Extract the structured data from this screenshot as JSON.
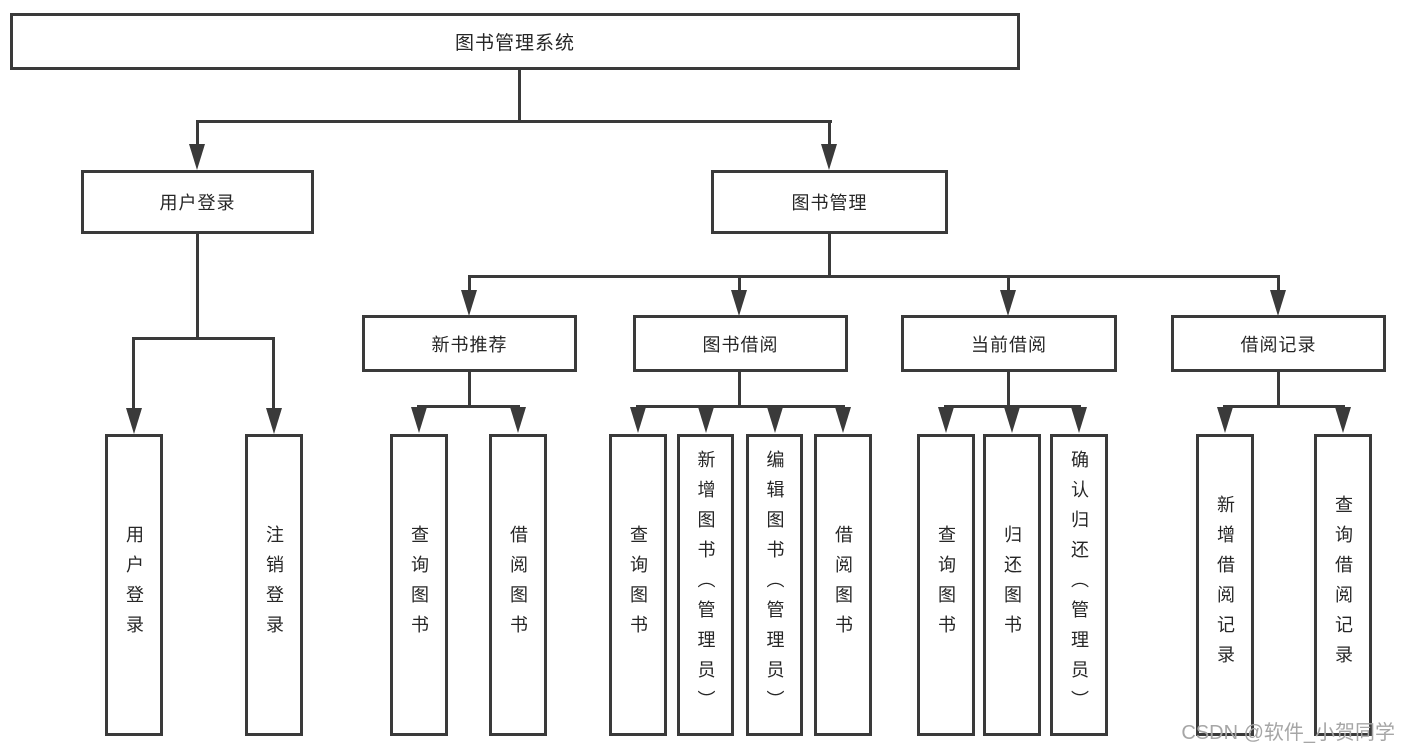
{
  "diagram": {
    "type": "hierarchy-tree",
    "tree": {
      "label": "图书管理系统",
      "children": [
        {
          "label": "用户登录",
          "children": [
            {
              "label": "用户登录"
            },
            {
              "label": "注销登录"
            }
          ]
        },
        {
          "label": "图书管理",
          "children": [
            {
              "label": "新书推荐",
              "children": [
                {
                  "label": "查询图书"
                },
                {
                  "label": "借阅图书"
                }
              ]
            },
            {
              "label": "图书借阅",
              "children": [
                {
                  "label": "查询图书"
                },
                {
                  "label": "新增图书（管理员）"
                },
                {
                  "label": "编辑图书（管理员）"
                },
                {
                  "label": "借阅图书"
                }
              ]
            },
            {
              "label": "当前借阅",
              "children": [
                {
                  "label": "查询图书"
                },
                {
                  "label": "归还图书"
                },
                {
                  "label": "确认归还（管理员）"
                }
              ]
            },
            {
              "label": "借阅记录",
              "children": [
                {
                  "label": "新增借阅记录"
                },
                {
                  "label": "查询借阅记录"
                }
              ]
            }
          ]
        }
      ]
    },
    "watermark": "CSDN @软件_小贺同学",
    "colors": {
      "line": "#3a3a3a",
      "box_background": "#ffffff",
      "text": "#262626",
      "watermark": "#a6a6a6"
    }
  }
}
